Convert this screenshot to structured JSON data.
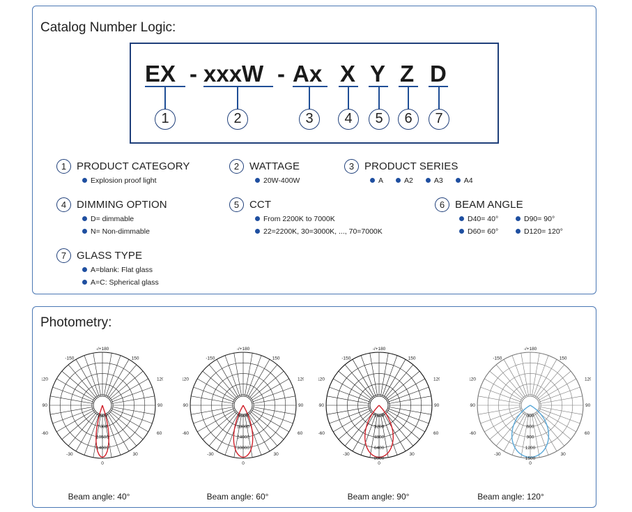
{
  "catalog": {
    "title": "Catalog Number Logic:",
    "segments": [
      {
        "text": "EX",
        "num": "1"
      },
      {
        "text": "xxxW",
        "num": "2"
      },
      {
        "text": "Ax",
        "num": "3"
      },
      {
        "text": "X",
        "num": "4"
      },
      {
        "text": "Y",
        "num": "5"
      },
      {
        "text": "Z",
        "num": "6"
      },
      {
        "text": "D",
        "num": "7"
      }
    ],
    "separator": "-",
    "legend": [
      {
        "num": "1",
        "title": "PRODUCT CATEGORY",
        "items": [
          "Explosion proof light"
        ]
      },
      {
        "num": "2",
        "title": "WATTAGE",
        "items": [
          "20W-400W"
        ]
      },
      {
        "num": "3",
        "title": "PRODUCT SERIES",
        "items": [
          "A",
          "A2",
          "A3",
          "A4"
        ]
      },
      {
        "num": "4",
        "title": "DIMMING OPTION",
        "items": [
          "D= dimmable",
          "N= Non-dimmable"
        ]
      },
      {
        "num": "5",
        "title": "CCT",
        "items": [
          "From 2200K to 7000K",
          "22=2200K, 30=3000K, ..., 70=7000K"
        ]
      },
      {
        "num": "6",
        "title": "BEAM ANGLE",
        "items": [
          "D40= 40°",
          "D90= 90°",
          "D60= 60°",
          "D120= 120°"
        ]
      },
      {
        "num": "7",
        "title": "GLASS TYPE",
        "items": [
          "A=blank: Flat glass",
          "A=C: Spherical glass"
        ]
      }
    ]
  },
  "photometry": {
    "title": "Photometry:",
    "charts": [
      {
        "caption": "Beam angle: 40°",
        "curve_color": "#d0202a",
        "grid_color": "#222222",
        "beam_half_angle_deg": 20,
        "angle_labels": {
          "top": "-/+180",
          "tl": "-150",
          "tr": "150",
          "ul": "-120",
          "ur": "120",
          "l": "-90",
          "r": "90",
          "ll": "-60",
          "lr": "60",
          "bl": "-30",
          "br": "30",
          "bottom": "0"
        },
        "radial_labels": [
          "3500",
          "7000",
          "10500",
          "14000"
        ]
      },
      {
        "caption": "Beam angle: 60°",
        "curve_color": "#d0202a",
        "grid_color": "#222222",
        "beam_half_angle_deg": 30,
        "angle_labels": {
          "top": "-/+180",
          "tl": "-150",
          "tr": "150",
          "ul": "-120",
          "ur": "120",
          "l": "-90",
          "r": "90",
          "ll": "-60",
          "lr": "60",
          "bl": "-30",
          "br": "30",
          "bottom": "0"
        },
        "radial_labels": [
          "6000",
          "18000",
          "24000",
          "30000"
        ]
      },
      {
        "caption": "Beam angle: 90°",
        "curve_color": "#d0202a",
        "grid_color": "#111111",
        "beam_half_angle_deg": 45,
        "angle_labels": {
          "top": "-/+180",
          "tl": "-150",
          "tr": "150",
          "ul": "-120",
          "ur": "120",
          "l": "-90",
          "r": "90",
          "ll": "-60",
          "lr": "60",
          "bl": "-30",
          "br": "30",
          "bottom": "0"
        },
        "radial_labels": [
          "1600",
          "3200",
          "4800",
          "6400",
          "8000"
        ]
      },
      {
        "caption": "Beam angle: 120°",
        "curve_color": "#5aa8d8",
        "grid_color": "#777777",
        "beam_half_angle_deg": 60,
        "angle_labels": {
          "top": "-/+180",
          "tl": "-150",
          "tr": "150",
          "ul": "-120",
          "ur": "120",
          "l": "-90",
          "r": "90",
          "ll": "-60",
          "lr": "60",
          "bl": "-30",
          "br": "30",
          "bottom": "0"
        },
        "radial_labels": [
          "300",
          "600",
          "900",
          "1200",
          "1500"
        ]
      }
    ]
  }
}
